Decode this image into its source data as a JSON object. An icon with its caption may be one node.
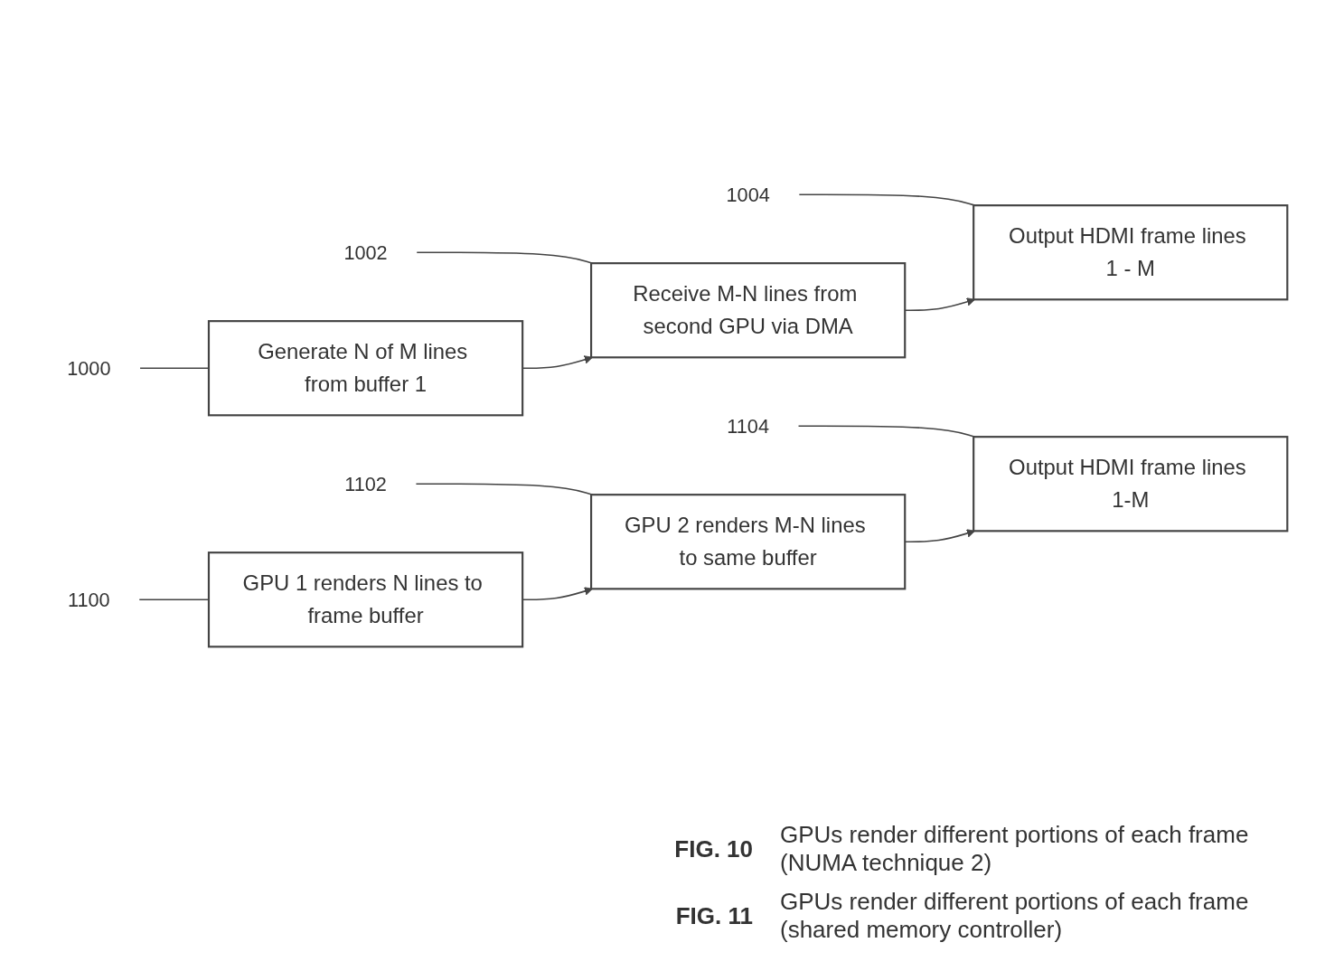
{
  "diagram": {
    "nodes": [
      {
        "text": [
          "1000"
        ]
      },
      {
        "text": [
          "1002"
        ]
      },
      {
        "text": [
          "1004"
        ]
      },
      {
        "text": [
          "Generate N of M lines from buffer 1"
        ]
      },
      {
        "text": [
          "Receive M-N lines from second GPU via DMA"
        ]
      },
      {
        "text": [
          "Output HDMI frame lines 1 - M"
        ]
      },
      {
        "text": [
          "1100"
        ]
      },
      {
        "text": [
          "1102"
        ]
      },
      {
        "text": [
          "1104"
        ]
      },
      {
        "text": [
          "GPU 1 renders N lines to frame buffer"
        ]
      },
      {
        "text": [
          "GPU 2 renders M-N lines to same buffer"
        ]
      },
      {
        "text": [
          "Output HDMI frame lines 1-M"
        ]
      }
    ],
    "edges": [
      {
        "from": 0,
        "to": 3,
        "arrow": "none"
      },
      {
        "from": 1,
        "to": 4,
        "arrow": "none"
      },
      {
        "from": 2,
        "to": 5,
        "arrow": "none"
      },
      {
        "from": 3,
        "to": 4,
        "arrow": "to"
      },
      {
        "from": 4,
        "to": 5,
        "arrow": "to"
      },
      {
        "from": 6,
        "to": 9,
        "arrow": "none"
      },
      {
        "from": 7,
        "to": 10,
        "arrow": "none"
      },
      {
        "from": 8,
        "to": 11,
        "arrow": "none"
      },
      {
        "from": 9,
        "to": 10,
        "arrow": "to"
      },
      {
        "from": 10,
        "to": 11,
        "arrow": "to"
      }
    ],
    "labels": [
      "FIG. 10",
      "GPUs render different portions of each frame (NUMA technique 2)",
      "FIG. 11",
      "GPUs render different portions of each frame (shared memory controller)"
    ]
  }
}
